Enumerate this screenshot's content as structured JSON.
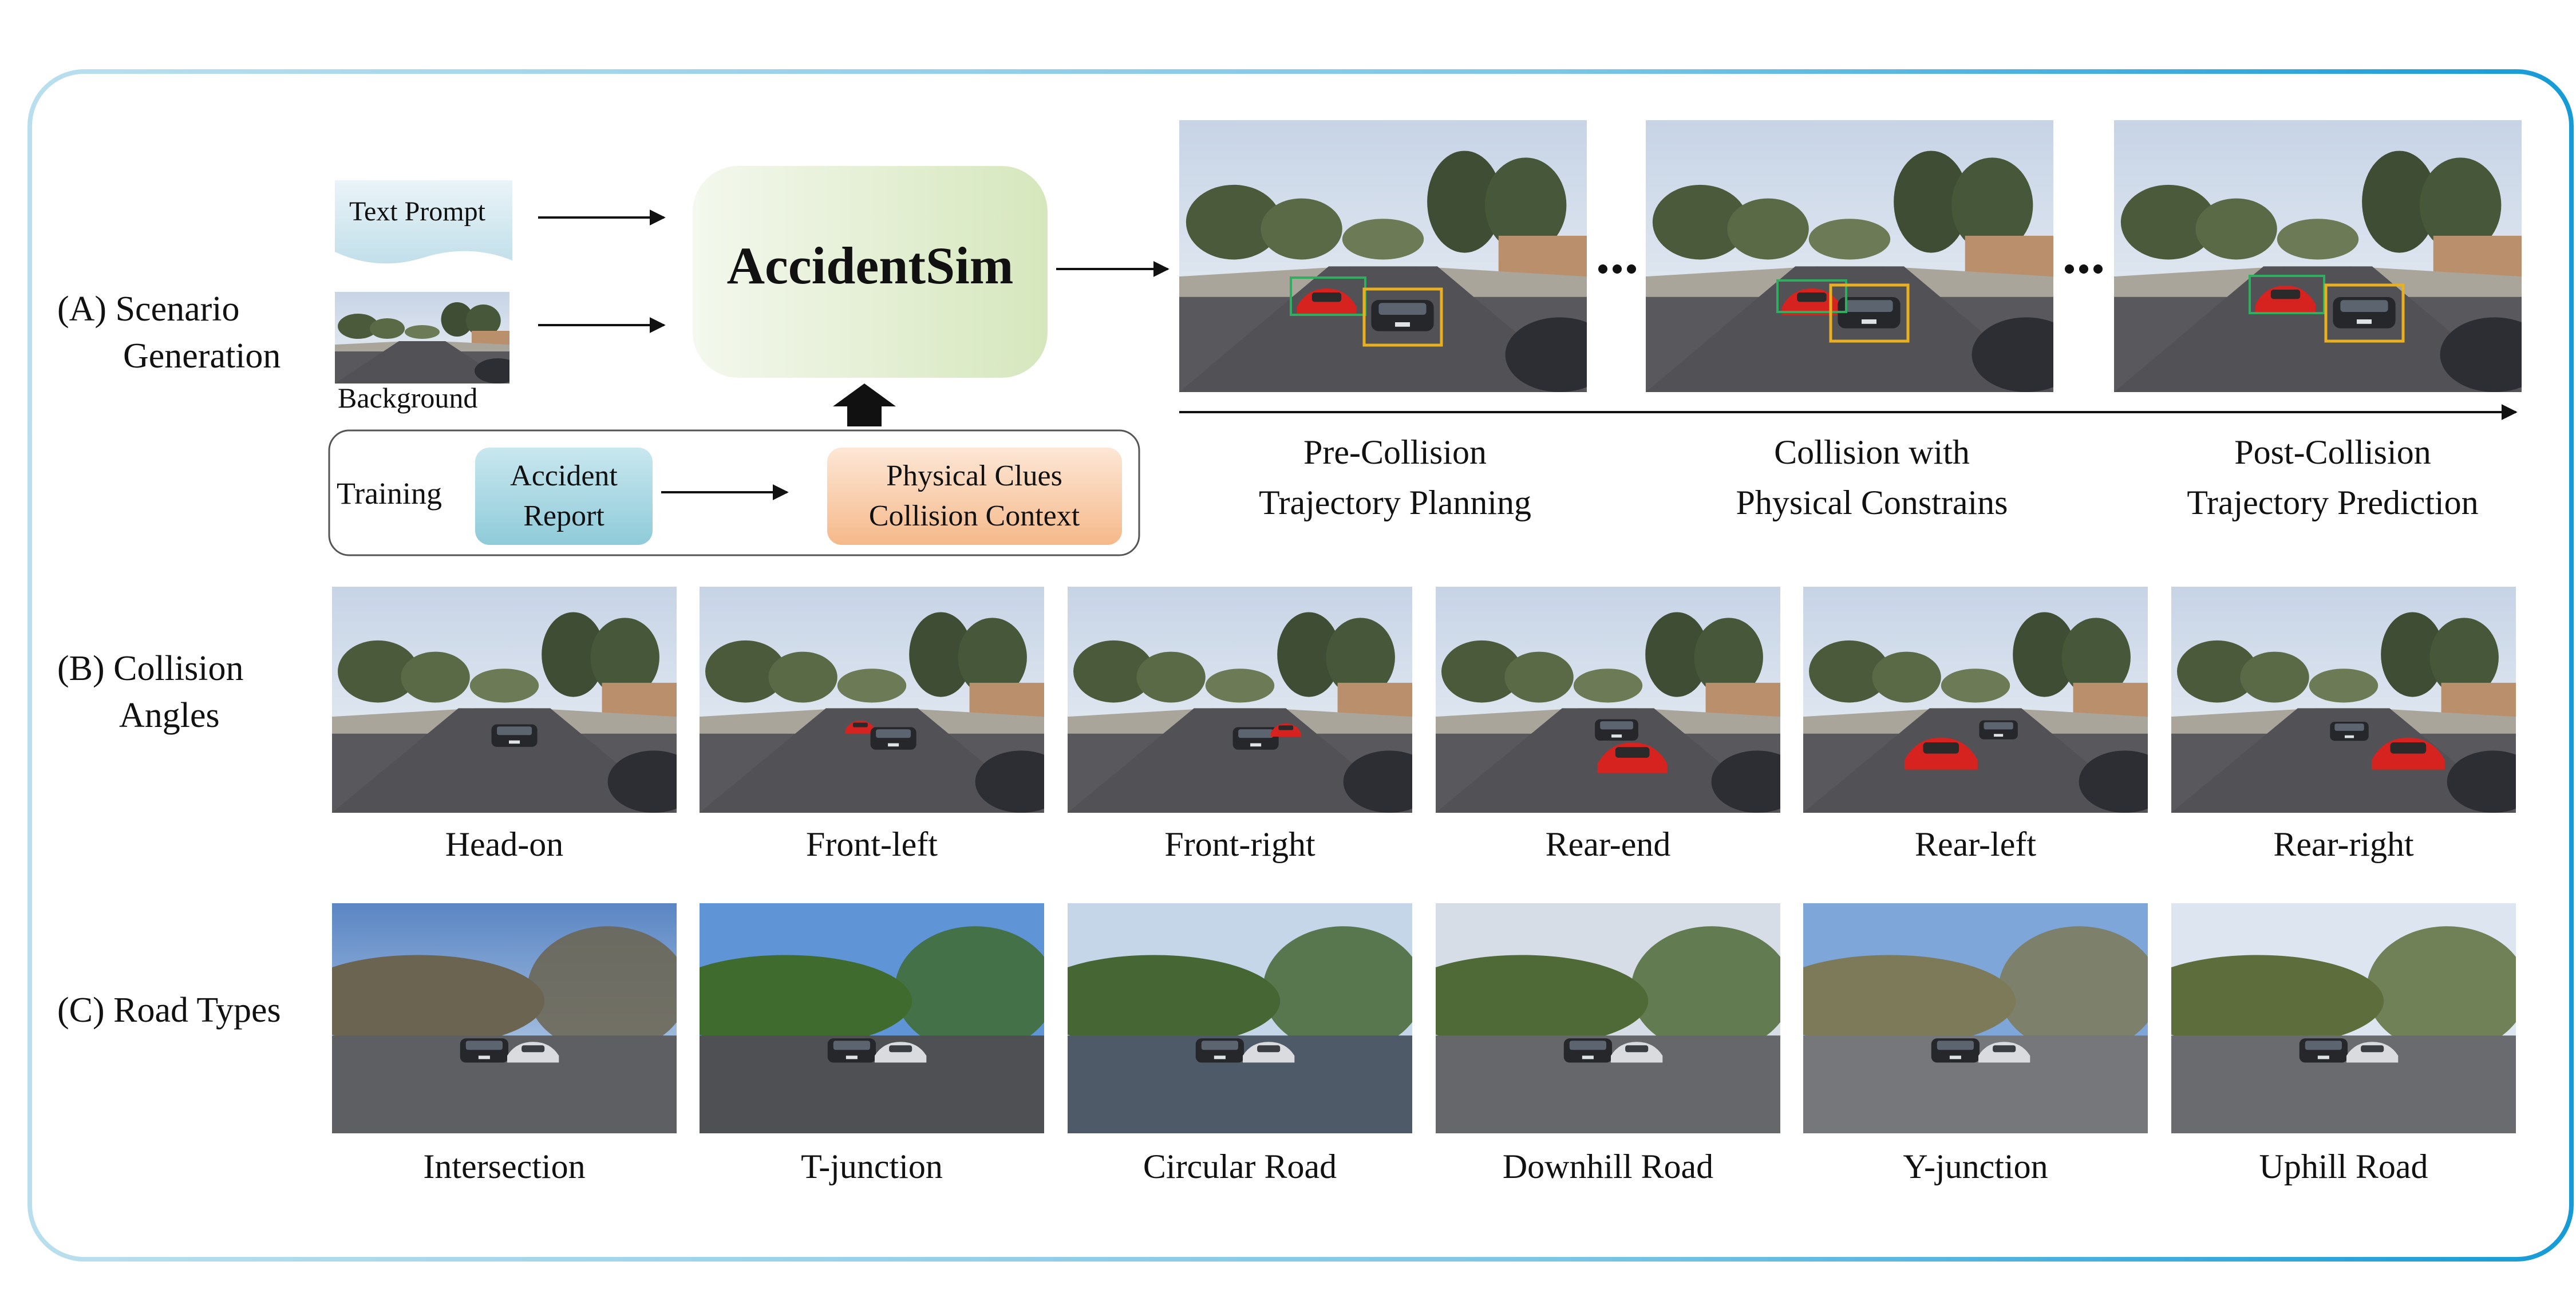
{
  "section_a": {
    "label_line1": "(A) Scenario",
    "label_line2": "Generation",
    "text_prompt": "Text Prompt",
    "background": "Background",
    "model": "AccidentSim",
    "training": "Training",
    "accident_report_line1": "Accident",
    "accident_report_line2": "Report",
    "clues_line1": "Physical Clues",
    "clues_line2": "Collision Context",
    "stages": [
      {
        "line1": "Pre-Collision",
        "line2": "Trajectory Planning"
      },
      {
        "line1": "Collision with",
        "line2": "Physical Constrains"
      },
      {
        "line1": "Post-Collision",
        "line2": "Trajectory Prediction"
      }
    ]
  },
  "section_b": {
    "label_line1": "(B) Collision",
    "label_line2": "Angles",
    "items": [
      "Head-on",
      "Front-left",
      "Front-right",
      "Rear-end",
      "Rear-left",
      "Rear-right"
    ]
  },
  "section_c": {
    "label": "(C) Road Types",
    "items": [
      "Intersection",
      "T-junction",
      "Circular Road",
      "Downhill Road",
      "Y-junction",
      "Uphill Road"
    ]
  },
  "colors": {
    "frame_left": "#a9d8ea",
    "frame_right": "#1aa0d8",
    "model_box": "#dfeccb",
    "report_box": "#8fcbd9",
    "clues_box": "#f7c6a0",
    "prompt_box": "#cde5ee",
    "bbox_yellow": "#e8b020",
    "bbox_green": "#2fae5f"
  }
}
